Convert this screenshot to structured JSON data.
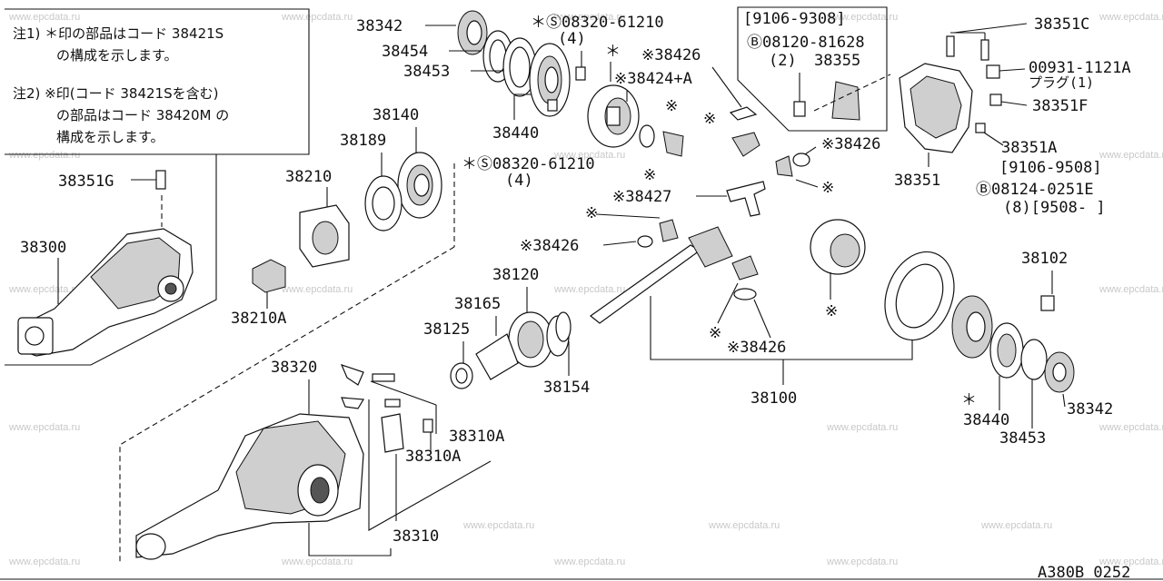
{
  "notes": {
    "note1_line1": "注1) ＊印の部品はコード 38421S",
    "note1_line2": "の構成を示します。",
    "note2_line1": "注2) ※印(コード 38421Sを含む)",
    "note2_line2": "の部品はコード 38420M の",
    "note2_line3": "構成を示します。"
  },
  "watermark": "www.epcdata.ru",
  "footer_code": "A380B 0252",
  "labels": {
    "p38342_top": "38342",
    "p38454": "38454",
    "p38453_top": "38453",
    "p38440_top": "38440",
    "bolt_s1": "＊Ⓢ08320-61210",
    "bolt_s1_qty": "(4)",
    "asterisk1": "＊",
    "p38426_a": "※38426",
    "p38424": "※38424+A",
    "bracket_date1": "[9106-9308]",
    "bolt_b1": "Ⓑ08120-81628",
    "bolt_b1_qty": "(2)",
    "p38355": "38355",
    "p38351C": "38351C",
    "p00931": "00931-1121A",
    "plug": "プラグ(1)",
    "p38351F": "38351F",
    "p38426_b": "※38426",
    "p38351A": "38351A",
    "date2": "[9106-9508]",
    "p38351": "38351",
    "bolt_b2": "Ⓑ08124-0251E",
    "bolt_b2_qty": "(8)[9508-      ]",
    "bolt_s2": "＊Ⓢ08320-61210",
    "bolt_s2_qty": "(4)",
    "p38427": "※38427",
    "p38140": "38140",
    "p38189": "38189",
    "p38210": "38210",
    "p38351G": "38351G",
    "p38300": "38300",
    "p38210A": "38210A",
    "p38426_c": "※38426",
    "p38120": "38120",
    "p38165": "38165",
    "p38125": "38125",
    "p38154": "38154",
    "p38426_d": "※38426",
    "p38100": "38100",
    "p38102": "38102",
    "p38440_bot": "38440",
    "p38453_bot": "38453",
    "p38342_bot": "38342",
    "p38320": "38320",
    "p38310A_1": "38310A",
    "p38310A_2": "38310A",
    "p38310": "38310",
    "kome": "※",
    "ast": "＊"
  }
}
